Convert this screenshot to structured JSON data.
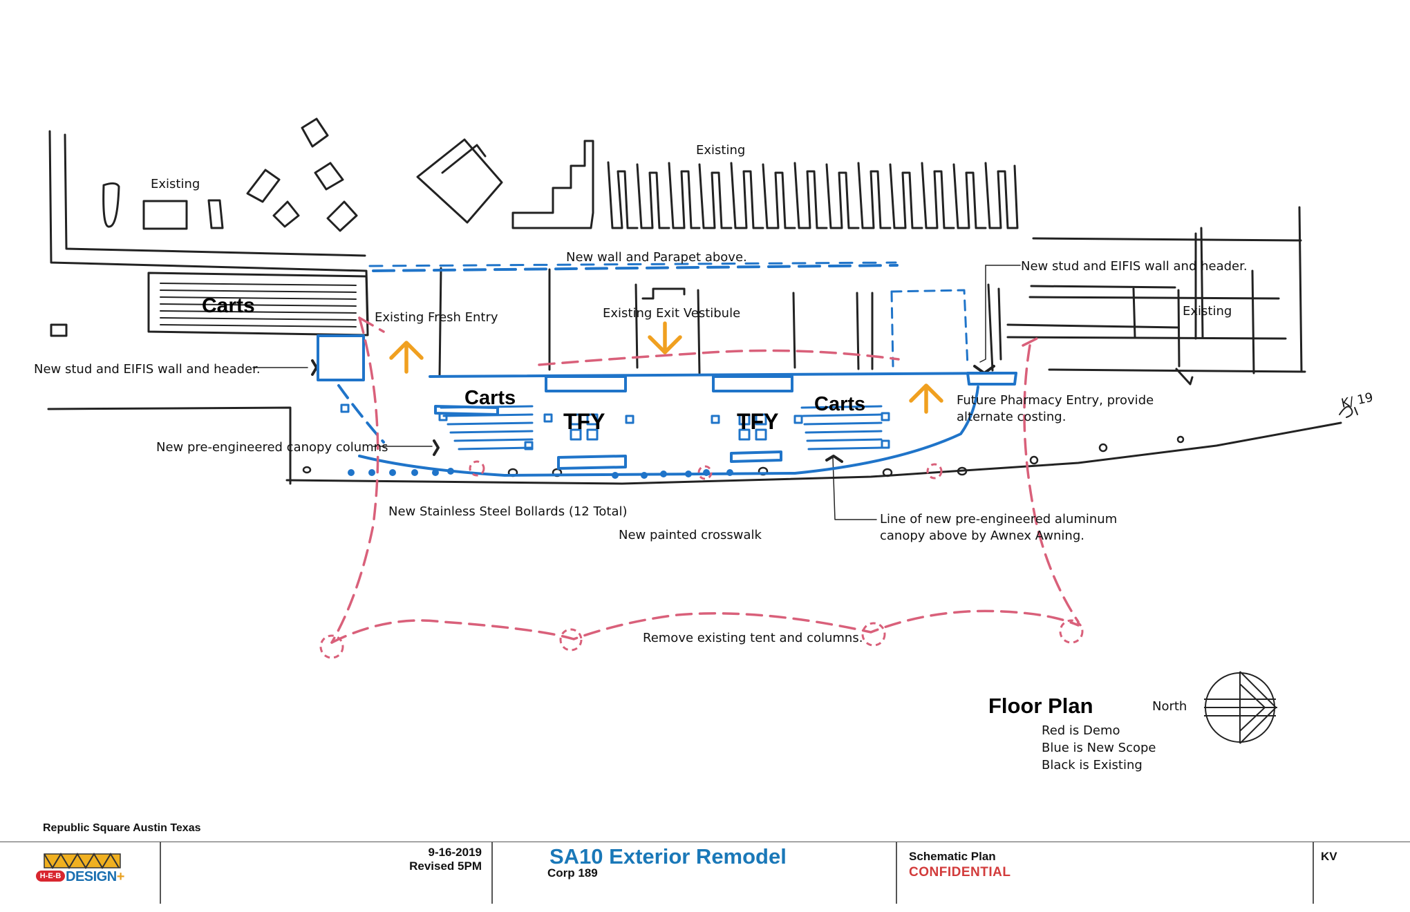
{
  "labels": {
    "existing_left": "Existing",
    "existing_top": "Existing",
    "existing_right": "Existing",
    "new_wall_parapet": "New wall and Parapet above.",
    "new_stud_right": "New stud and EIFIS wall and header.",
    "new_stud_left": "New stud and EIFIS wall and header.",
    "existing_fresh_entry": "Existing Fresh Entry",
    "existing_exit_vestibule": "Existing Exit Vestibule",
    "future_pharmacy_line1": "Future Pharmacy Entry, provide",
    "future_pharmacy_line2": "alternate costing.",
    "canopy_columns": "New pre-engineered canopy columns",
    "bollards": "New Stainless Steel Bollards (12 Total)",
    "crosswalk": "New painted crosswalk",
    "awning_line1": "Line of new pre-engineered aluminum",
    "awning_line2": "canopy above by Awnex Awning.",
    "remove_tent": "Remove existing tent and columns.",
    "signature": "K/ 19"
  },
  "zones": {
    "carts_left": "Carts",
    "carts_center": "Carts",
    "carts_right": "Carts",
    "tfy_left": "TFY",
    "tfy_right": "TFY"
  },
  "legend": {
    "title": "Floor Plan",
    "north": "North",
    "red": "Red  is Demo",
    "blue": "Blue is New Scope",
    "black": "Black is Existing"
  },
  "colors": {
    "demo": "#d9607a",
    "new_scope": "#1f74c9",
    "existing": "#222222",
    "arrow": "#f0a020",
    "title_blue": "#1a78b8",
    "confidential_red": "#d23b3b"
  },
  "title_block": {
    "location": "Republic Square Austin Texas",
    "date": "9-16-2019",
    "revised": "Revised 5PM",
    "project": "SA10 Exterior Remodel",
    "corp": "Corp 189",
    "sheet": "Schematic Plan",
    "confidential": "CONFIDENTIAL",
    "initials": "KV",
    "logo_brand": "H-E-B",
    "logo_text": "DESIGN",
    "logo_plus": "+"
  }
}
